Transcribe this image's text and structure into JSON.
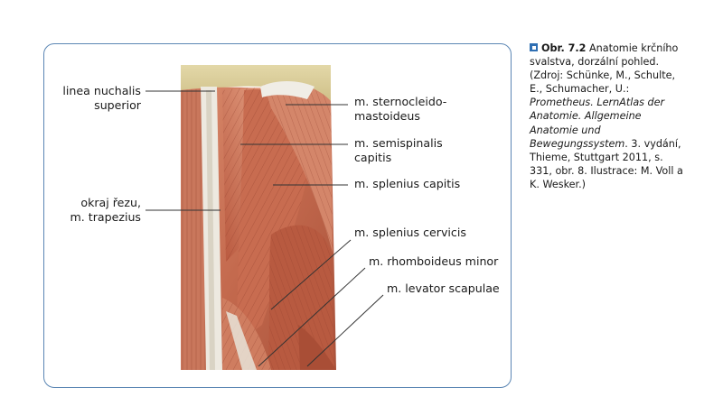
{
  "figure": {
    "labels": {
      "linea_nuchalis_1": "linea nuchalis",
      "linea_nuchalis_2": "superior",
      "okraj_1": "okraj řezu,",
      "okraj_2": "m. trapezius",
      "sterno_1": "m. sternocleido-",
      "sterno_2": "mastoideus",
      "semispinalis_1": "m. semispinalis",
      "semispinalis_2": "capitis",
      "splenius_capitis": "m. splenius capitis",
      "splenius_cervicis": "m. splenius cervicis",
      "rhomboideus": "m. rhomboideus minor",
      "levator": "m. levator scapulae"
    },
    "colors": {
      "frame_border": "#5b86b4",
      "muscle_base": "#c46a4e",
      "muscle_light": "#e0a184",
      "bone": "#d8cfa0",
      "tendon": "#ece8e0"
    }
  },
  "caption": {
    "title": "Obr. 7.2",
    "text_before_italic": "Anatomie krčního svalstva, dorzální pohled. (Zdroj: Schünke, M., Schulte, E., Schumacher, U.: ",
    "italic": "Prometheus. LernAtlas der Anatomie. Allgemeine Anatomie und Bewegungssystem",
    "text_after_italic": ". 3. vydání, Thieme, Stuttgart 2011, s. 331, obr. 8. Ilustrace: M. Voll a K. Wesker.)"
  }
}
